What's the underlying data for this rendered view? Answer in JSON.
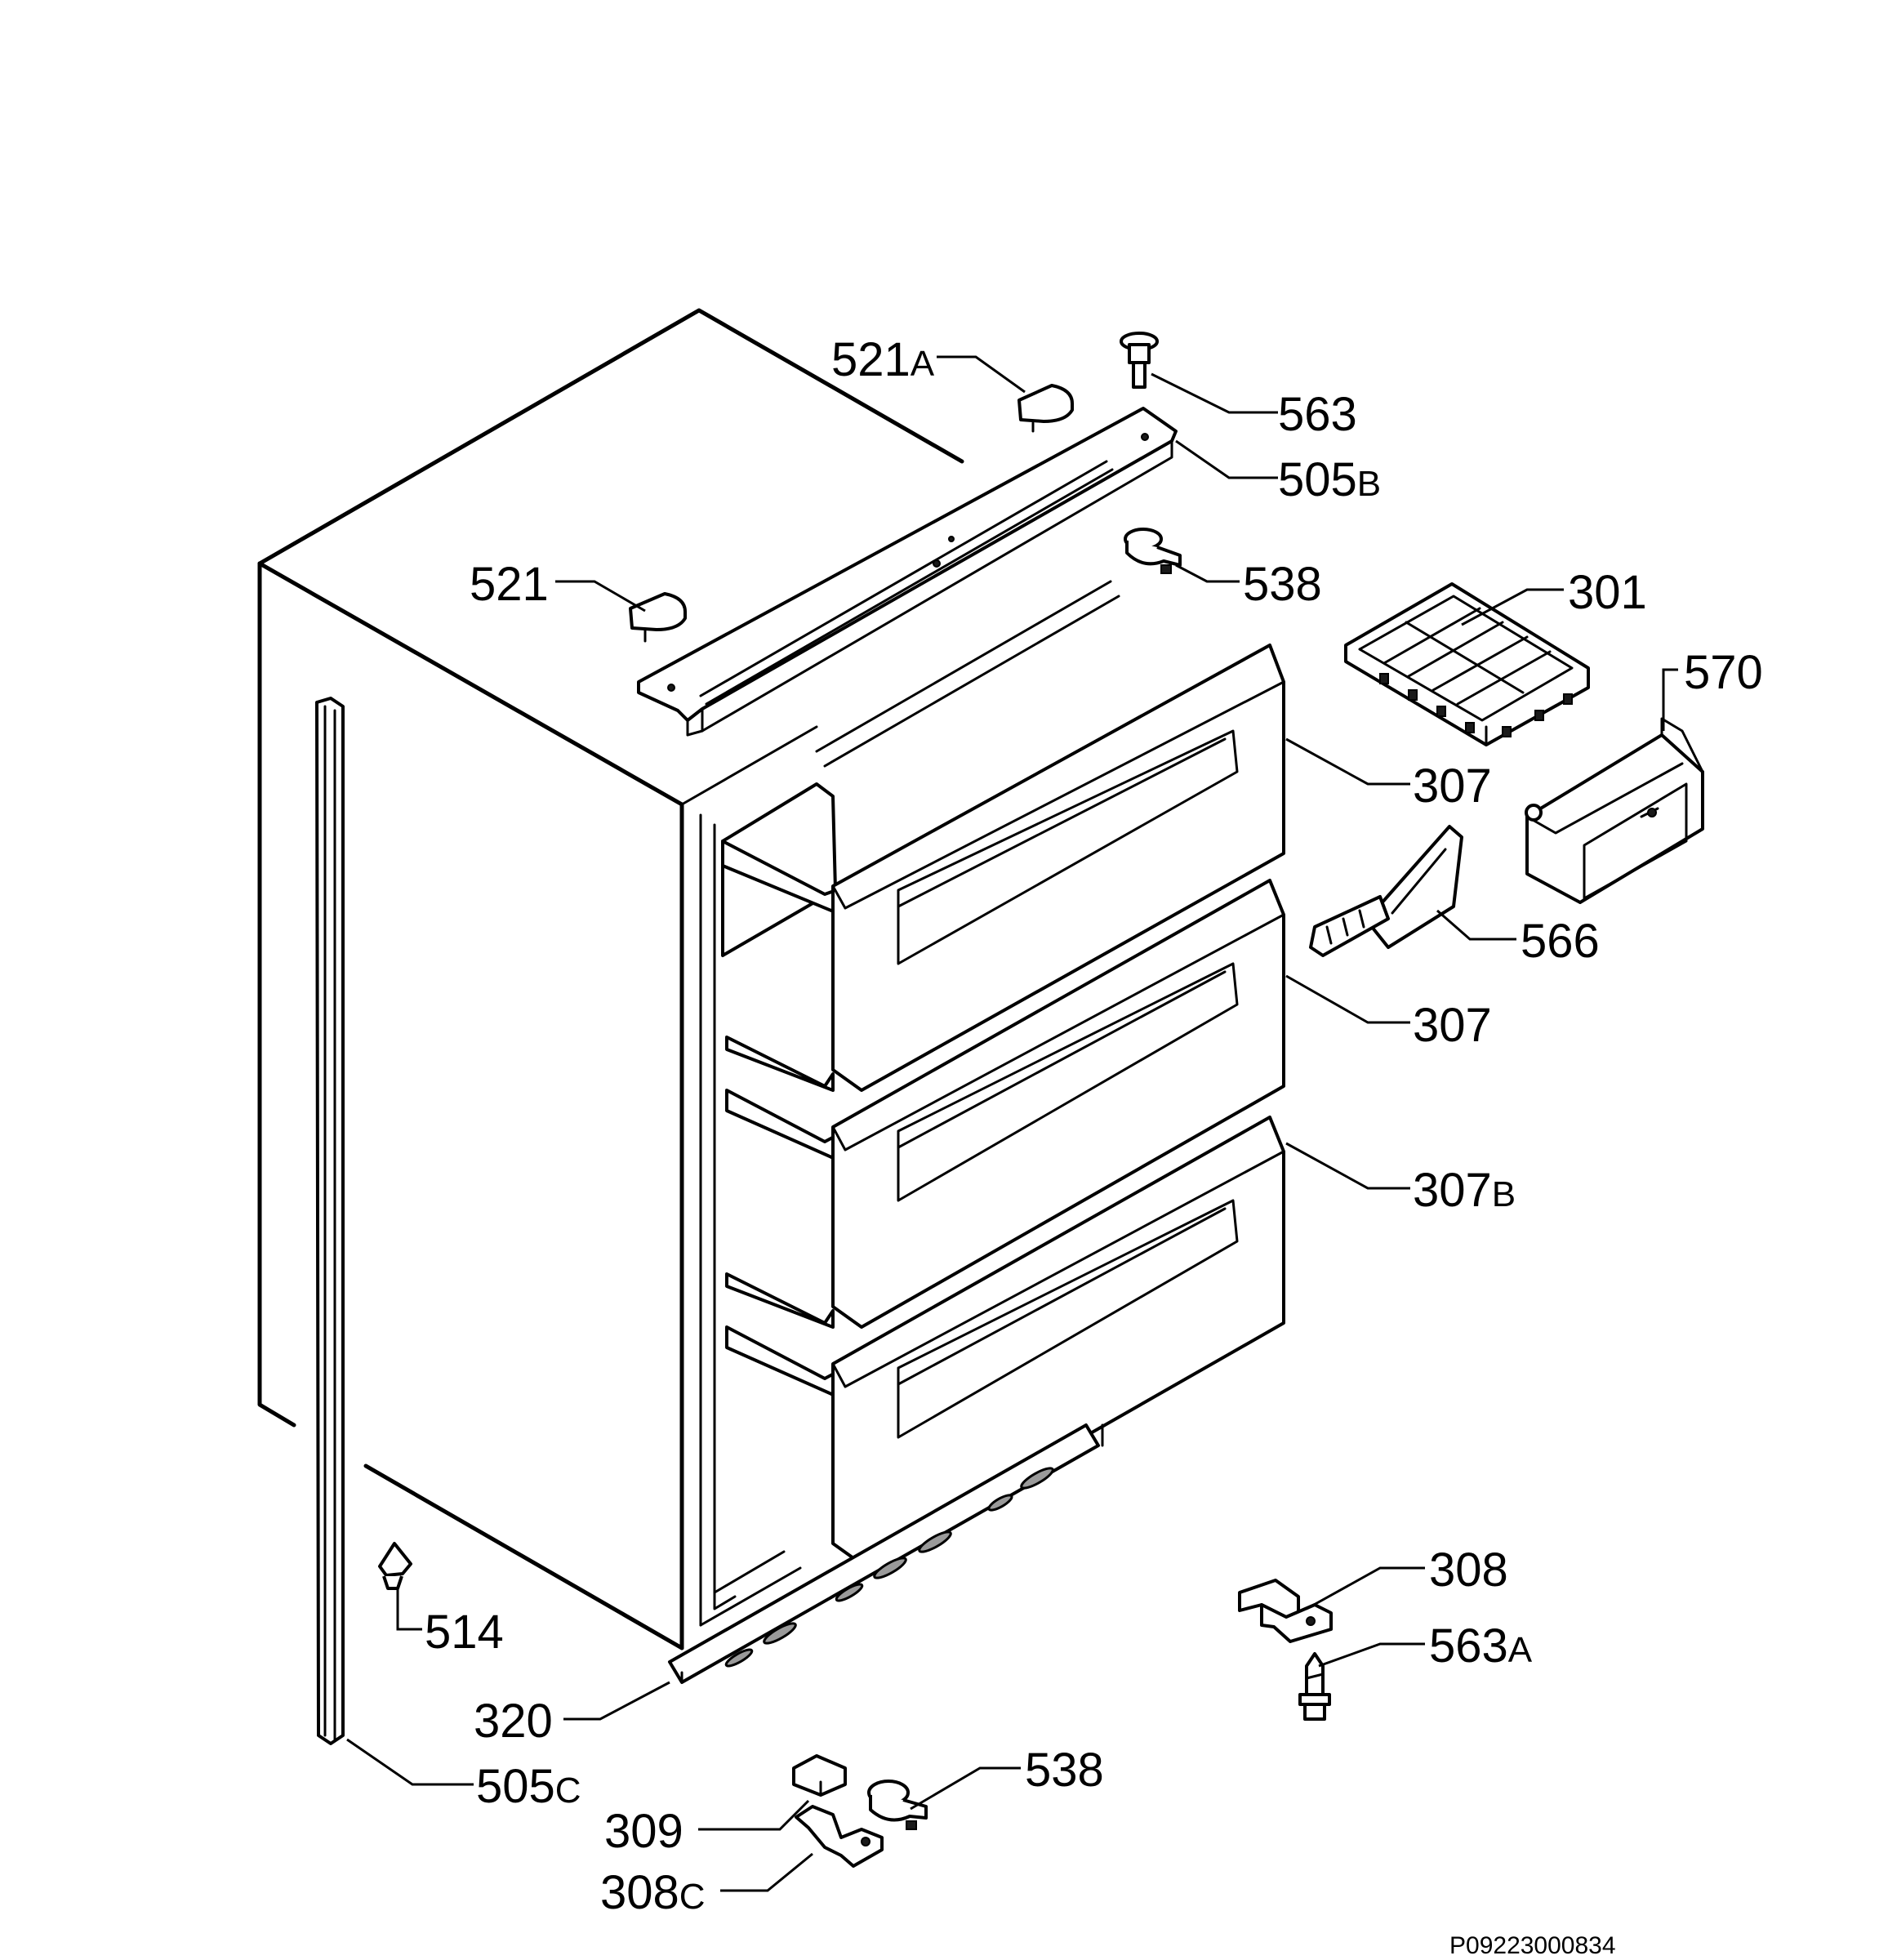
{
  "diagram": {
    "reference_code": "P09223000834",
    "callouts": [
      {
        "id": "c-521a",
        "number": "521",
        "suffix": "A"
      },
      {
        "id": "c-563",
        "number": "563",
        "suffix": ""
      },
      {
        "id": "c-505b",
        "number": "505",
        "suffix": "B"
      },
      {
        "id": "c-521",
        "number": "521",
        "suffix": ""
      },
      {
        "id": "c-538-top",
        "number": "538",
        "suffix": ""
      },
      {
        "id": "c-301",
        "number": "301",
        "suffix": ""
      },
      {
        "id": "c-570",
        "number": "570",
        "suffix": ""
      },
      {
        "id": "c-307-1",
        "number": "307",
        "suffix": ""
      },
      {
        "id": "c-566",
        "number": "566",
        "suffix": ""
      },
      {
        "id": "c-307-2",
        "number": "307",
        "suffix": ""
      },
      {
        "id": "c-307b",
        "number": "307",
        "suffix": "B"
      },
      {
        "id": "c-308",
        "number": "308",
        "suffix": ""
      },
      {
        "id": "c-563a",
        "number": "563",
        "suffix": "A"
      },
      {
        "id": "c-514",
        "number": "514",
        "suffix": ""
      },
      {
        "id": "c-320",
        "number": "320",
        "suffix": ""
      },
      {
        "id": "c-505c",
        "number": "505",
        "suffix": "C"
      },
      {
        "id": "c-538-bottom",
        "number": "538",
        "suffix": ""
      },
      {
        "id": "c-309",
        "number": "309",
        "suffix": ""
      },
      {
        "id": "c-308c",
        "number": "308",
        "suffix": "C"
      }
    ]
  }
}
